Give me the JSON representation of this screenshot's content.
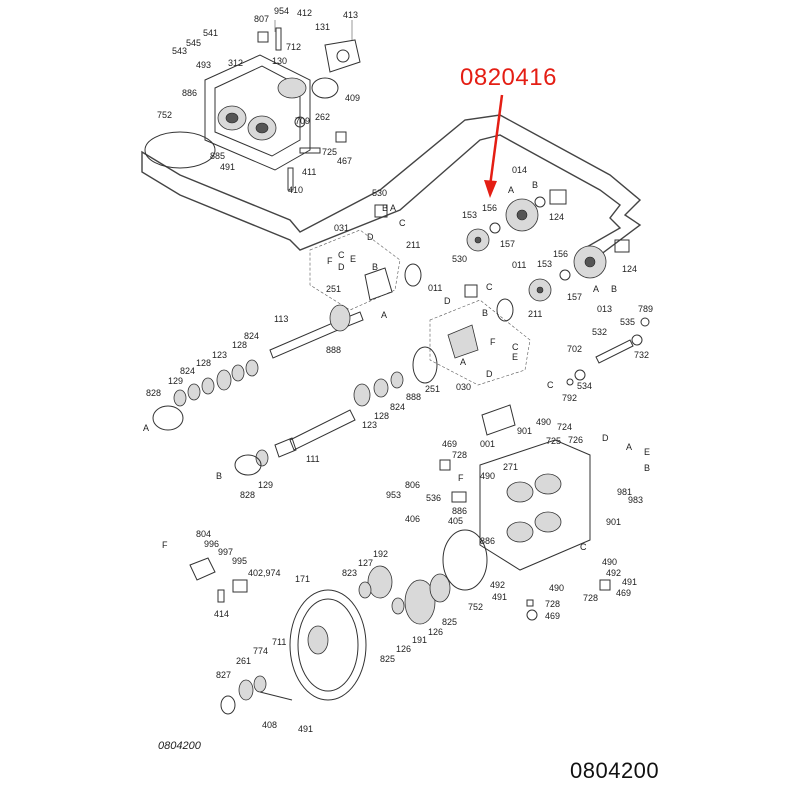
{
  "callout": {
    "part_number": "0820416",
    "color": "#e41e14"
  },
  "drawing_code_small": "0804200",
  "drawing_code_large": "0804200",
  "connector_letters": [
    "A",
    "B",
    "C",
    "D",
    "E",
    "F"
  ],
  "part_labels": {
    "p807": "807",
    "p954": "954",
    "p412": "412",
    "p413": "413",
    "p541": "541",
    "p545": "545",
    "p543": "543",
    "p131": "131",
    "p312": "312",
    "p712": "712",
    "p493": "493",
    "p130": "130",
    "p886": "886",
    "p752": "752",
    "p709": "709",
    "p262": "262",
    "p409": "409",
    "p885": "885",
    "p491": "491",
    "p725": "725",
    "p467": "467",
    "p411": "411",
    "p410": "410",
    "p530": "530",
    "p031": "031",
    "p014": "014",
    "p153": "153",
    "p156": "156",
    "p157": "157",
    "p124": "124",
    "p211": "211",
    "p011": "011",
    "p113": "113",
    "p824": "824",
    "p251": "251",
    "p128": "128",
    "p129": "129",
    "p828": "828",
    "p123": "123",
    "p888": "888",
    "p013": "013",
    "p789": "789",
    "p532": "532",
    "p535": "535",
    "p732": "732",
    "p702": "702",
    "p534": "534",
    "p792": "792",
    "p030": "030",
    "p111": "111",
    "p001": "001",
    "p901": "901",
    "p490": "490",
    "p724": "724",
    "p726": "726",
    "p469": "469",
    "p728": "728",
    "p271": "271",
    "p806": "806",
    "p953": "953",
    "p536": "536",
    "p406": "406",
    "p405": "405",
    "p981": "981",
    "p983": "983",
    "p804": "804",
    "p996": "996",
    "p997": "997",
    "p995": "995",
    "p402_974": "402,974",
    "p414": "414",
    "p171": "171",
    "p823": "823",
    "p127": "127",
    "p192": "192",
    "p492": "492",
    "p825": "825",
    "p126": "126",
    "p191": "191",
    "p711": "711",
    "p827": "827",
    "p261": "261",
    "p774": "774",
    "p408": "408"
  }
}
